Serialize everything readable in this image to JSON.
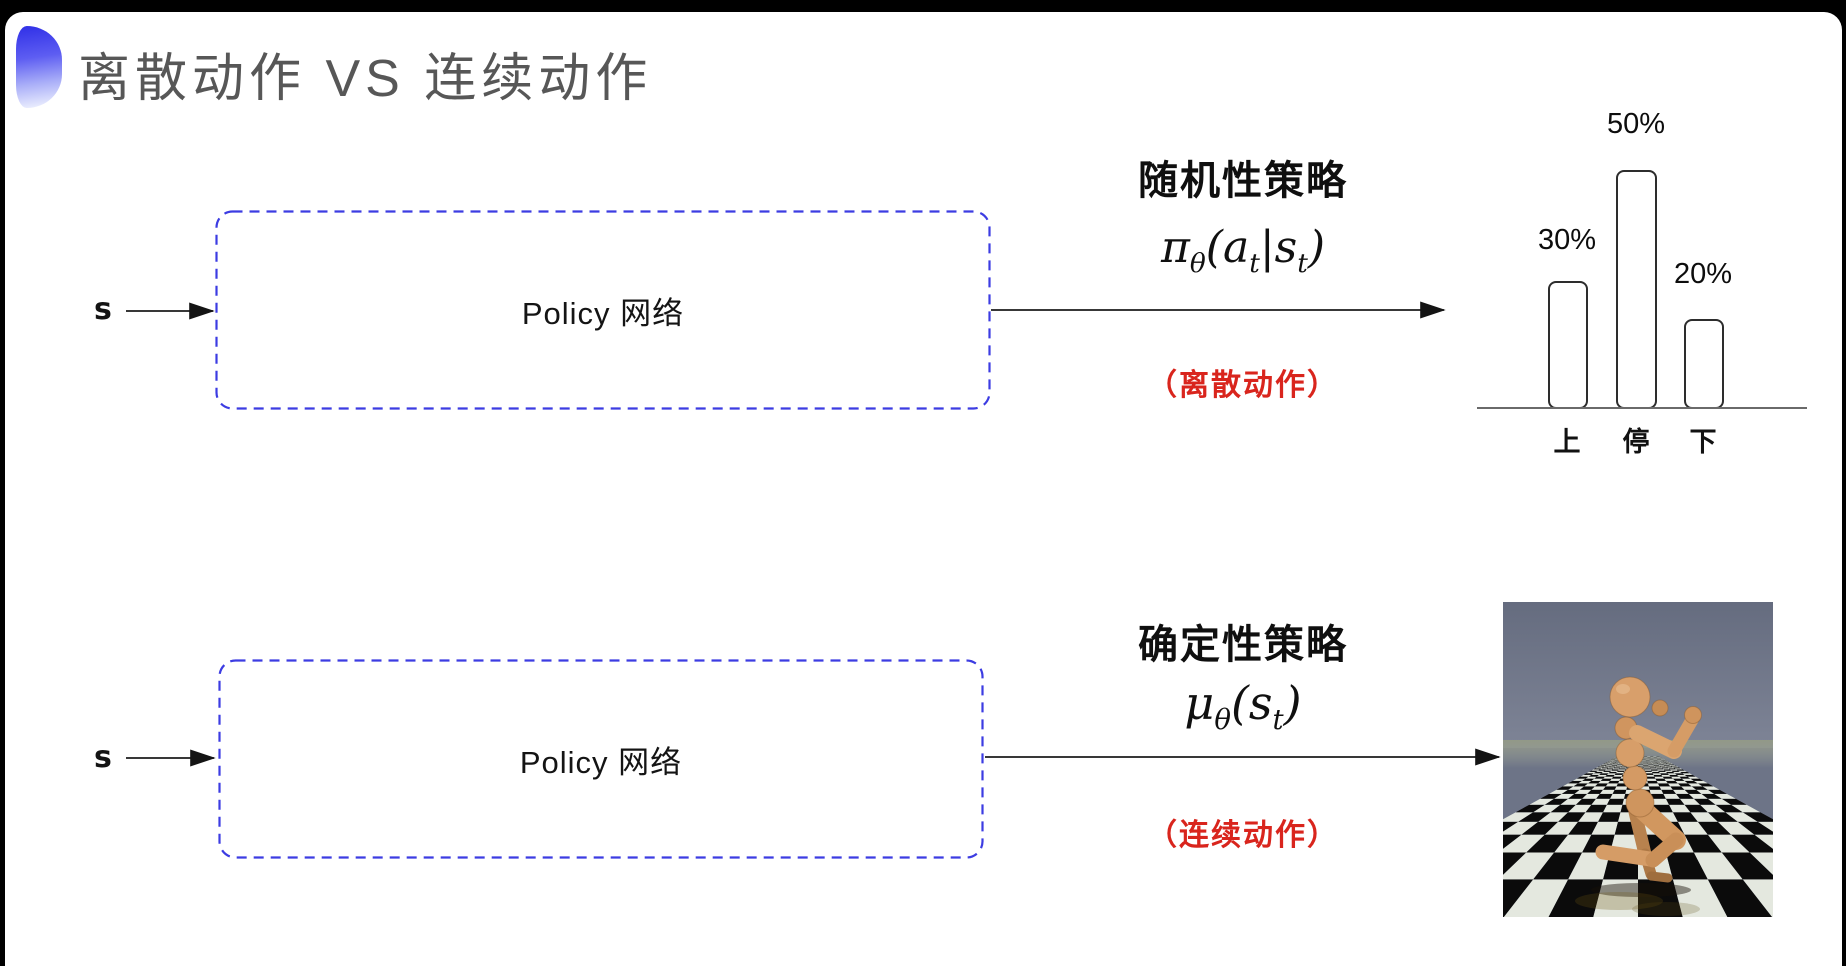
{
  "slide": {
    "title": "离散动作 VS 连续动作",
    "colors": {
      "accent_blue": "#3c3ce2",
      "title_gray": "#575757",
      "red": "#d9251d",
      "bullet_gradient_top": "#3434e8",
      "bullet_gradient_bottom": "#eef1fe"
    }
  },
  "top_flow": {
    "input_label": "s",
    "box_label": "Policy 网络",
    "policy_title": "随机性策略",
    "formula": {
      "symbol": "π",
      "symbol_sub": "θ",
      "arg_open": "(",
      "arg1": "a",
      "arg1_sub": "t",
      "separator": "|",
      "arg2": "s",
      "arg2_sub": "t",
      "arg_close": ")"
    },
    "action_label": "（离散动作）"
  },
  "bottom_flow": {
    "input_label": "s",
    "box_label": "Policy 网络",
    "policy_title": "确定性策略",
    "formula": {
      "symbol": "μ",
      "symbol_sub": "θ",
      "arg_open": "(",
      "arg1": "s",
      "arg1_sub": "t",
      "arg_close": ")"
    },
    "action_label": "（连续动作）"
  },
  "chart_data": {
    "type": "bar",
    "categories": [
      "上",
      "停",
      "下"
    ],
    "values": [
      30,
      50,
      20
    ],
    "value_labels": [
      "30%",
      "50%",
      "20%"
    ],
    "title": "",
    "xlabel": "",
    "ylabel": "",
    "ylim": [
      0,
      55
    ],
    "grid": false,
    "legend": false
  },
  "robot_image": {
    "name": "mujoco-humanoid-on-checkerboard",
    "sky_color": "#6d7487",
    "floor_light": "#e4e8df",
    "floor_dark": "#0b0b0b",
    "body_color": "#d29a66"
  }
}
